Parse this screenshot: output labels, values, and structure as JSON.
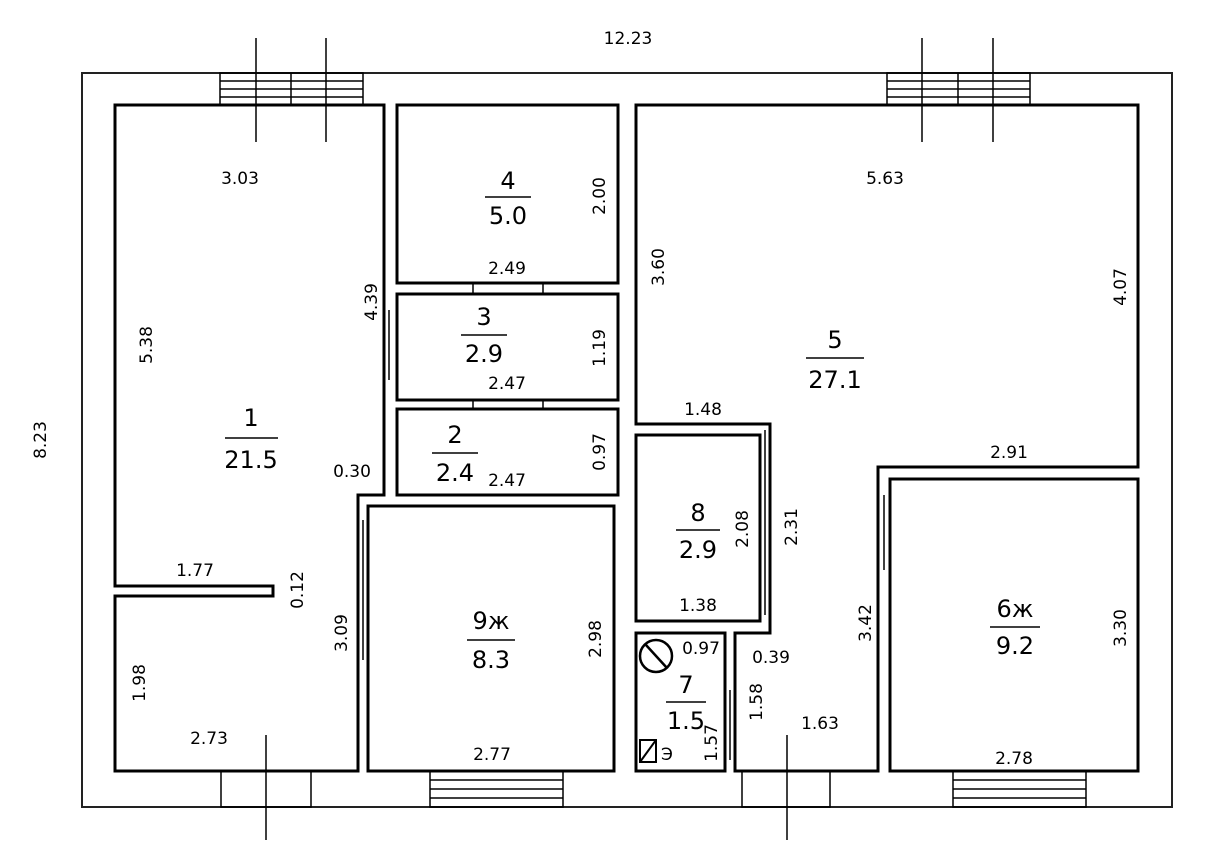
{
  "plan": {
    "overall_width": "12.23",
    "overall_height": "8.23",
    "rooms": [
      {
        "num": "1",
        "area": "21.5"
      },
      {
        "num": "2",
        "area": "2.4"
      },
      {
        "num": "3",
        "area": "2.9"
      },
      {
        "num": "4",
        "area": "5.0"
      },
      {
        "num": "5",
        "area": "27.1"
      },
      {
        "num": "6ж",
        "area": "9.2"
      },
      {
        "num": "7",
        "area": "1.5"
      },
      {
        "num": "8",
        "area": "2.9"
      },
      {
        "num": "9ж",
        "area": "8.3"
      }
    ],
    "dims": {
      "d303": "3.03",
      "d538": "5.38",
      "d439": "4.39",
      "d030": "0.30",
      "d177": "1.77",
      "d012": "0.12",
      "d309": "3.09",
      "d198": "1.98",
      "d273": "2.73",
      "d200": "2.00",
      "d249": "2.49",
      "d119": "1.19",
      "d247a": "2.47",
      "d097a": "0.97",
      "d247b": "2.47",
      "d298": "2.98",
      "d277": "2.77",
      "d360": "3.60",
      "d563": "5.63",
      "d407": "4.07",
      "d148": "1.48",
      "d291": "2.91",
      "d208": "2.08",
      "d231": "2.31",
      "d138": "1.38",
      "d097b": "0.97",
      "d039": "0.39",
      "d158": "1.58",
      "d157": "1.57",
      "d163": "1.63",
      "d342": "3.42",
      "d330": "3.30",
      "d278": "2.78"
    },
    "meter_label": "Э"
  }
}
